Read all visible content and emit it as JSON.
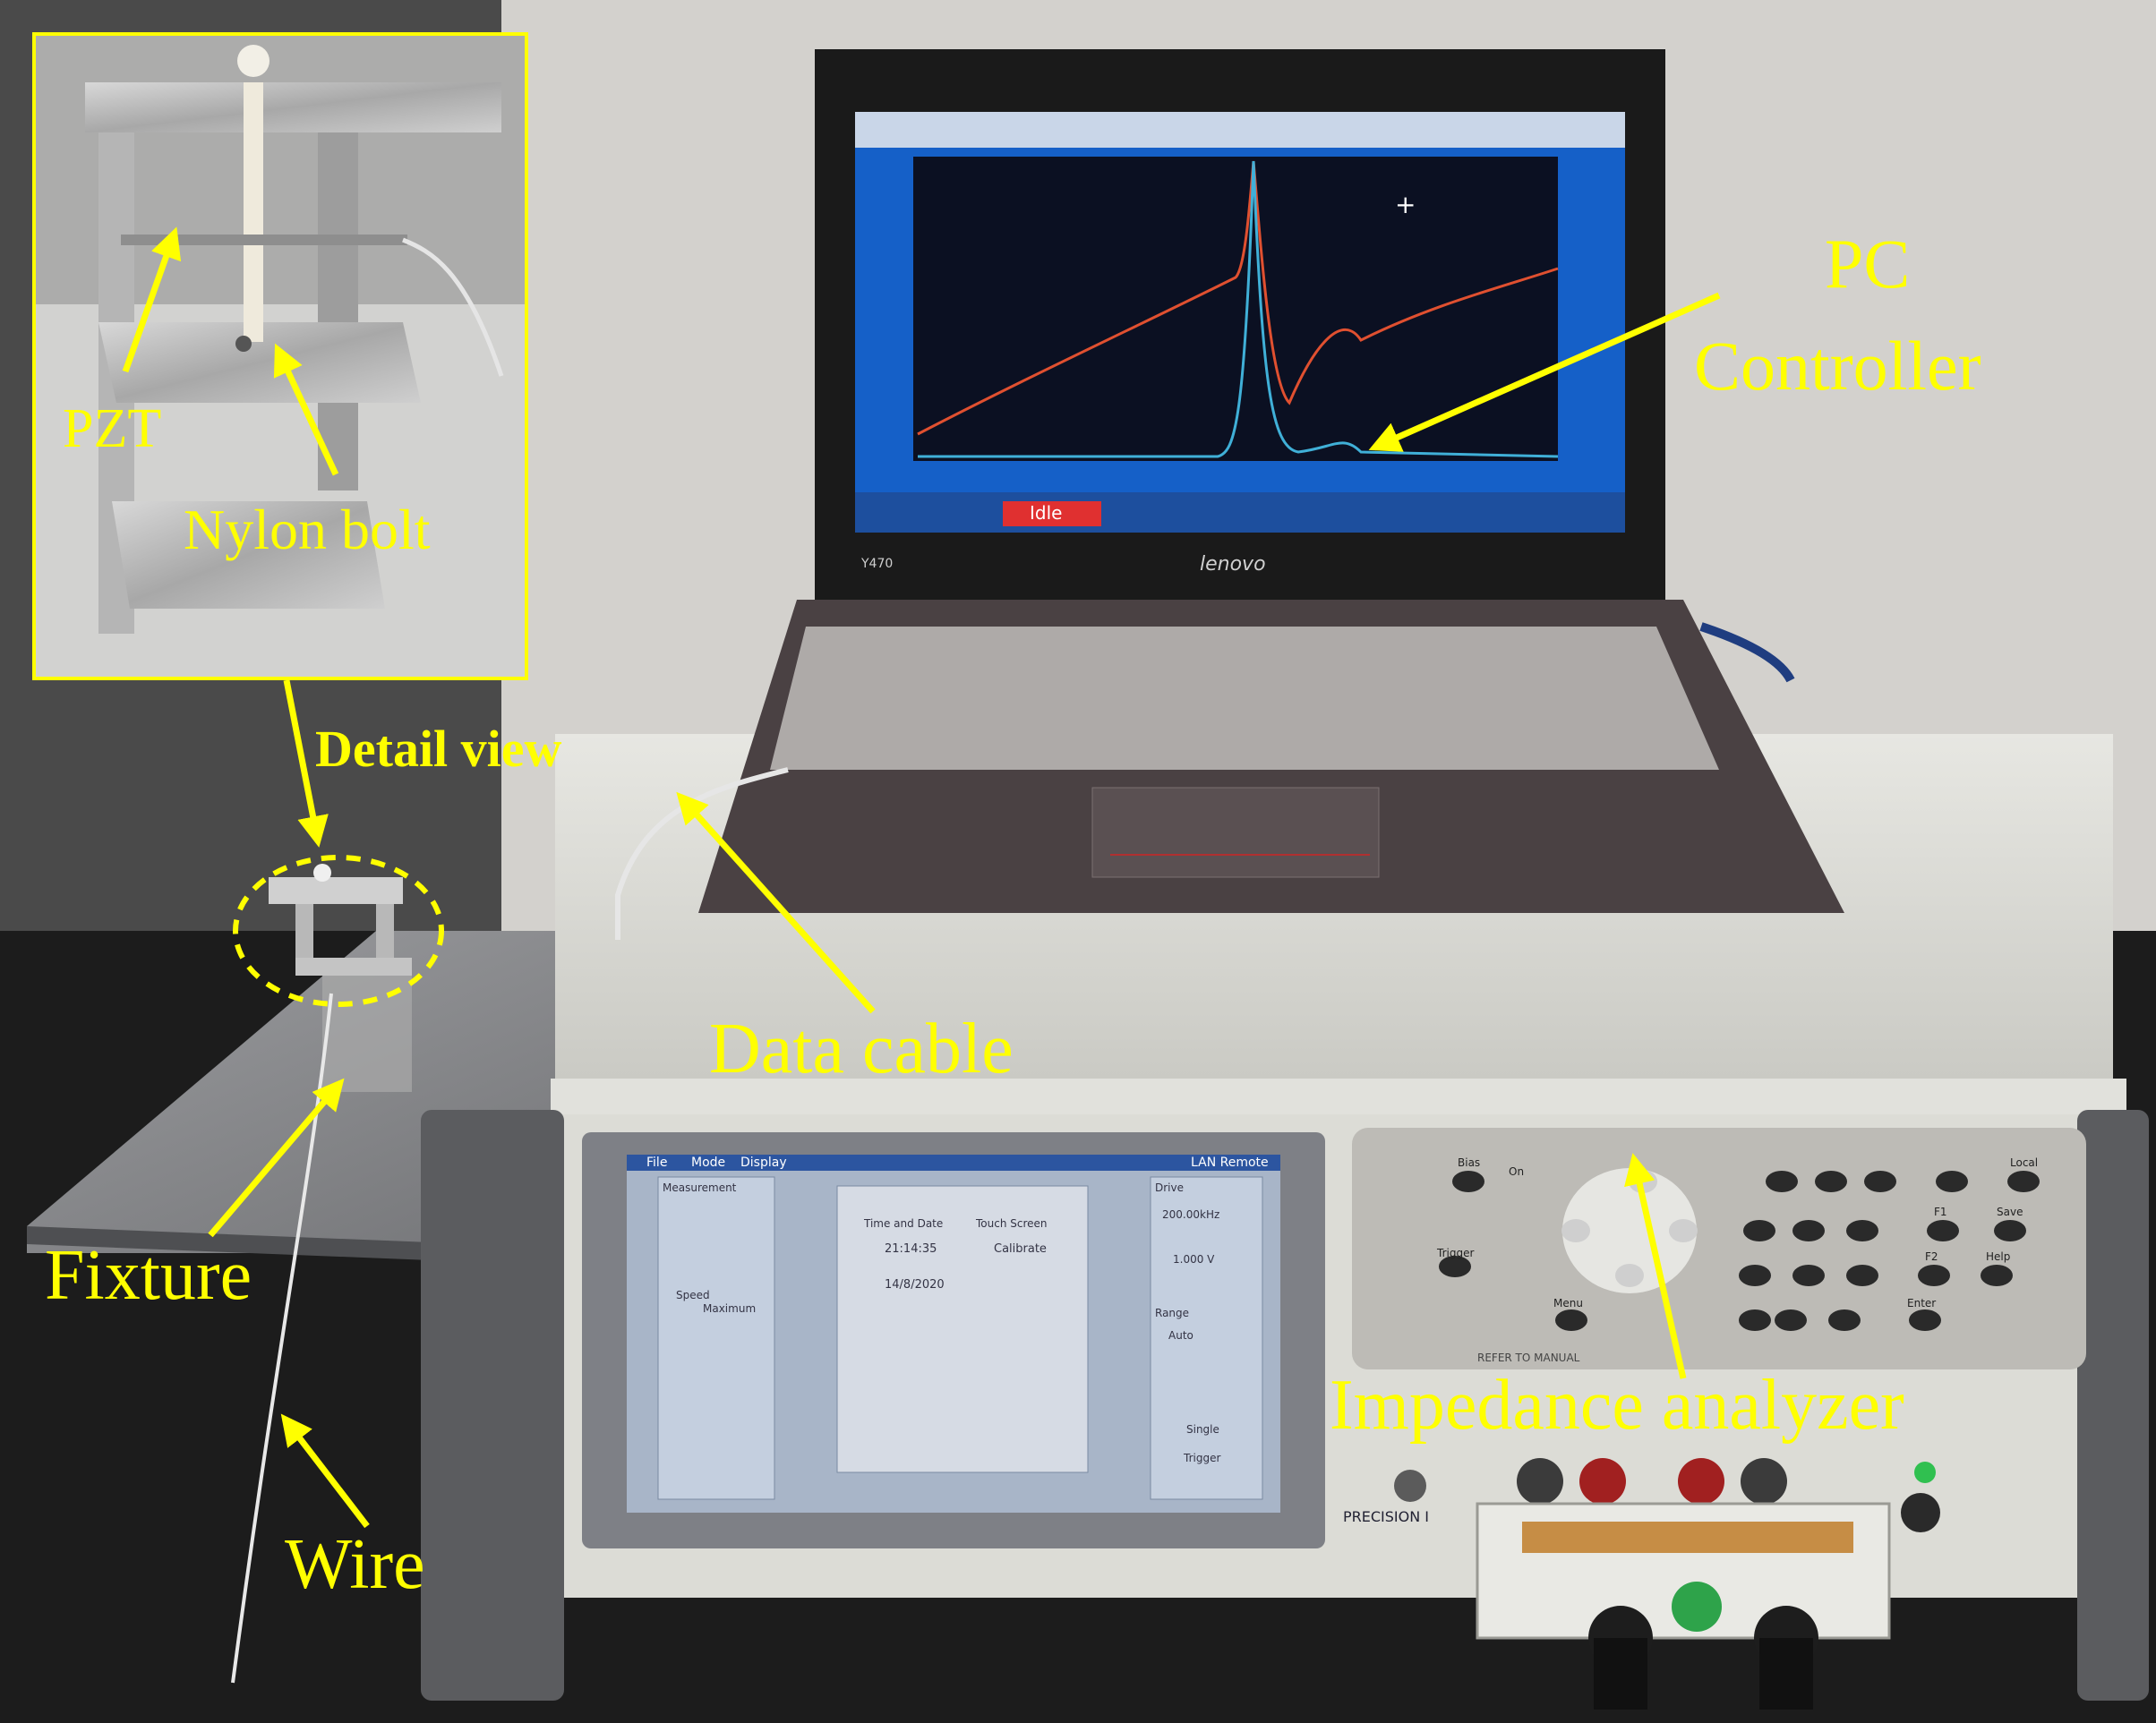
{
  "annotations": {
    "pzt": "PZT",
    "nylon_bolt": "Nylon bolt",
    "detail_view": "Detail view",
    "pc_controller_line1": "PC",
    "pc_controller_line2": "Controller",
    "data_cable": "Data cable",
    "fixture": "Fixture",
    "wire": "Wire",
    "impedance_analyzer": "Impedance analyzer"
  },
  "laptop": {
    "brand": "lenovo",
    "model": "Y470",
    "status_text": "Idle"
  },
  "analyzer": {
    "menu": [
      "File",
      "Mode",
      "Display"
    ],
    "lan_remote": "LAN Remote",
    "time_label": "Time and Date",
    "time_value": "21:14:35",
    "date_value": "14/8/2020",
    "touch_screen": "Touch Screen",
    "calibrate": "Calibrate",
    "drive_label": "Drive",
    "drive_freq": "200.00kHz",
    "drive_volt": "1.000 V",
    "range_label": "Range",
    "range_value": "Auto",
    "single": "Single",
    "trigger": "Trigger",
    "measurement": "Measurement",
    "speed_label": "Speed",
    "speed_value": "Maximum",
    "keypad_labels": [
      "Bias",
      "On",
      "Trigger",
      "Menu",
      "Local",
      "Save",
      "Help",
      "Enter",
      "F1",
      "F2"
    ],
    "refer_to_manual": "REFER TO MANUAL",
    "precision_text": "PRECISION I"
  },
  "colors": {
    "annotation": "#ffff00",
    "arrow": "#ffff00",
    "screen_blue": "#1560c8",
    "plot_bg": "#0b1022",
    "trace_red": "#e05030",
    "trace_blue": "#40b0d8",
    "idle_red": "#e03030"
  }
}
